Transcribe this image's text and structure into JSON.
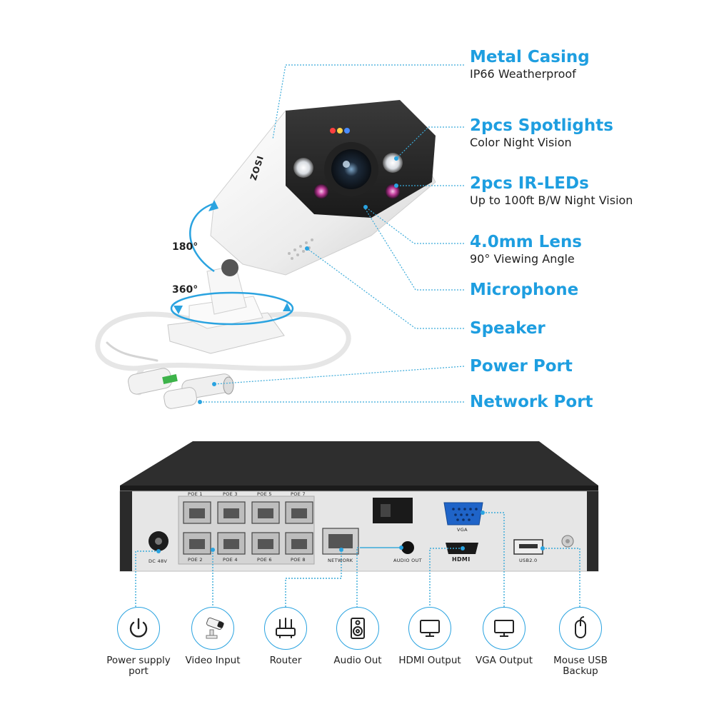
{
  "features": [
    {
      "title": "Metal Casing",
      "subtitle": "IP66 Weatherproof"
    },
    {
      "title": "2pcs Spotlights",
      "subtitle": "Color Night Vision"
    },
    {
      "title": "2pcs IR-LEDs",
      "subtitle": "Up to 100ft B/W Night Vision"
    },
    {
      "title": "4.0mm Lens",
      "subtitle": "90° Viewing Angle"
    },
    {
      "title": "Microphone",
      "subtitle": ""
    },
    {
      "title": "Speaker",
      "subtitle": ""
    },
    {
      "title": "Power Port",
      "subtitle": ""
    },
    {
      "title": "Network Port",
      "subtitle": ""
    }
  ],
  "camera": {
    "brand": "ZOSI",
    "tilt_angle": "180°",
    "pan_angle": "360°"
  },
  "nvr": {
    "dc_label": "DC 48V",
    "poe_top": [
      "POE 1",
      "POE 3",
      "POE 5",
      "POE 7"
    ],
    "poe_bottom": [
      "POE 2",
      "POE 4",
      "POE 6",
      "POE 8"
    ],
    "network_label": "NETWORK",
    "audio_label": "AUDIO OUT",
    "vga_label": "VGA",
    "hdmi_label": "HDMI",
    "usb_label": "USB2.0"
  },
  "interfaces": [
    {
      "icon": "power-icon",
      "line1": "Power supply",
      "line2": "port"
    },
    {
      "icon": "camera-icon",
      "line1": "Video Input",
      "line2": ""
    },
    {
      "icon": "router-icon",
      "line1": "Router",
      "line2": ""
    },
    {
      "icon": "speaker-icon",
      "line1": "Audio Out",
      "line2": ""
    },
    {
      "icon": "monitor-icon",
      "line1": "HDMI Output",
      "line2": ""
    },
    {
      "icon": "monitor-icon",
      "line1": "VGA Output",
      "line2": ""
    },
    {
      "icon": "mouse-icon",
      "line1": "Mouse USB",
      "line2": "Backup"
    }
  ],
  "colors": {
    "accent": "#1e9ee0",
    "connector": "#2aa3e0",
    "nvr_body": "#2b2b2b",
    "nvr_panel": "#e8e8e8"
  }
}
